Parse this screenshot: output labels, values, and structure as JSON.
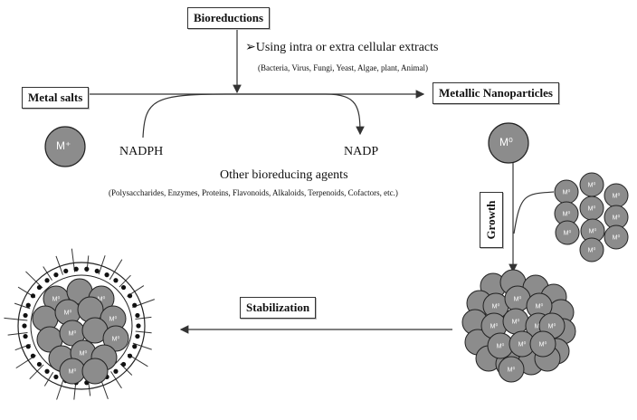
{
  "labels": {
    "bioreductions": "Bioreductions",
    "extracts_line": "➢Using intra or extra cellular extracts",
    "extracts_sources": "(Bacteria, Virus, Fungi, Yeast, Algae, plant, Animal)",
    "metal_salts": "Metal salts",
    "metallic_nanoparticles": "Metallic Nanoparticles",
    "nadph": "NADPH",
    "nadp": "NADP",
    "other_agents": "Other bioreducing agents",
    "other_agents_list": "(Polysaccharides, Enzymes, Proteins, Flavonoids, Alkaloids, Terpenoids, Cofactors, etc.)",
    "growth": "Growth",
    "stabilization": "Stabilization"
  },
  "particles": {
    "ion_label": "M⁺",
    "atom_label": "M⁰",
    "cluster_atom_label": "M⁰"
  },
  "colors": {
    "particle_fill": "#8c8c8c",
    "particle_stroke": "#222222",
    "line": "#333333"
  }
}
